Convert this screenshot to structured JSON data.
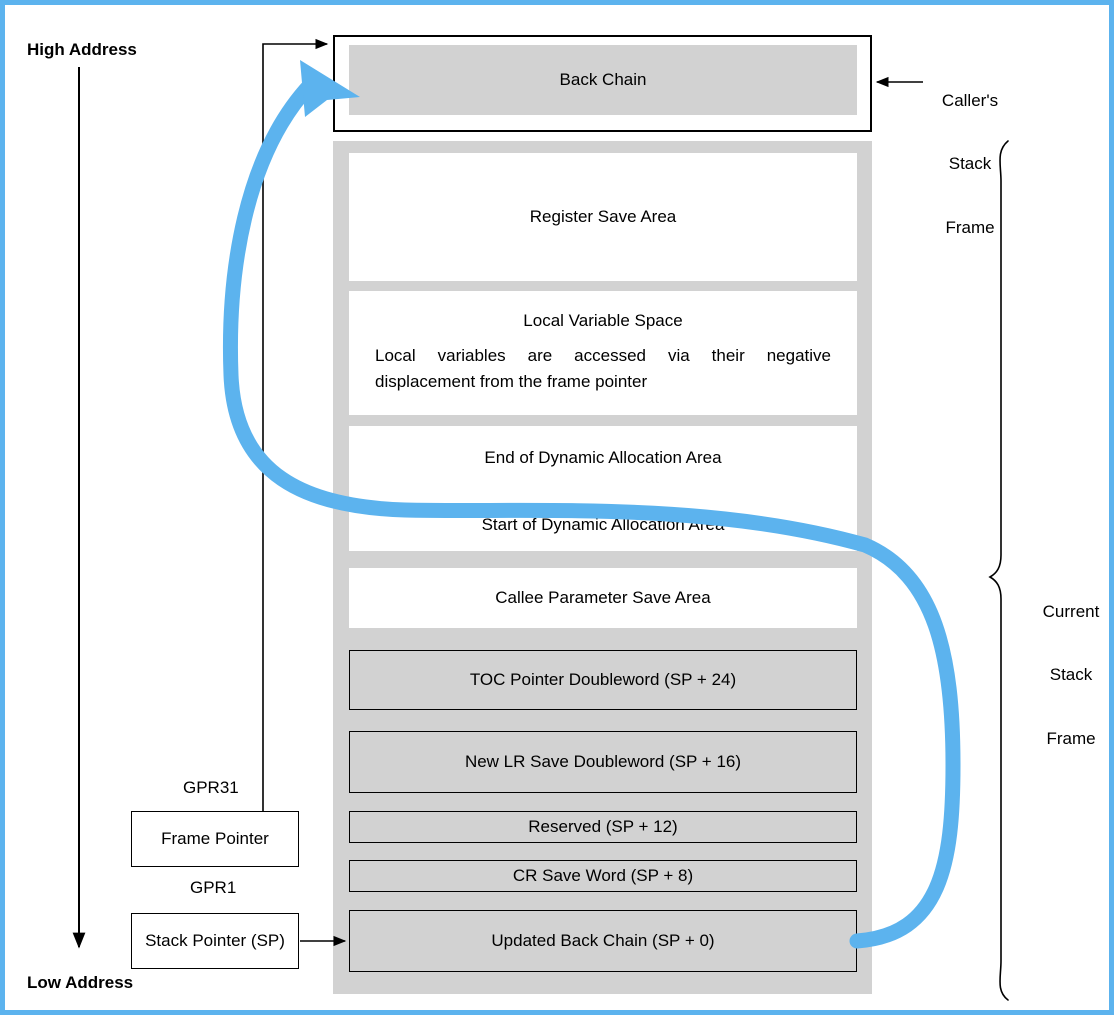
{
  "page": {
    "border_color": "#5cb3ee",
    "background": "#ffffff",
    "gray_fill": "#d2d2d2",
    "accent_blue": "#5cb3ee"
  },
  "axis": {
    "high_address": "High Address",
    "low_address": "Low Address"
  },
  "annotations": {
    "callers_stack_frame": "Caller's\nStack\nFrame",
    "callers_stack_frame_lines": [
      "Caller's",
      "Stack",
      "Frame"
    ],
    "current_stack_frame": "Current\nStack\nFrame",
    "current_stack_frame_lines": [
      "Current",
      "Stack",
      "Frame"
    ]
  },
  "registers": {
    "gpr31_label": "GPR31",
    "gpr1_label": "GPR1",
    "frame_pointer_box": "Frame Pointer",
    "stack_pointer_box": "Stack Pointer (SP)"
  },
  "caller_frame": {
    "cells": [
      {
        "label": "Back Chain",
        "style": "gray-fill"
      }
    ]
  },
  "current_frame": {
    "cells": [
      {
        "label": "Register Save Area",
        "style": "white"
      },
      {
        "label": "Local Variable Space",
        "style": "white",
        "paragraph": "Local variables are accessed via their negative displacement from the frame pointer"
      },
      {
        "label": "End of Dynamic Allocation Area",
        "label2": "Start of Dynamic Allocation Area",
        "style": "white"
      },
      {
        "label": "Callee Parameter Save Area",
        "style": "white"
      },
      {
        "label": "TOC Pointer Doubleword (SP + 24)",
        "style": "gray-bordered"
      },
      {
        "label": "New LR Save Doubleword (SP + 16)",
        "style": "gray-bordered"
      },
      {
        "label": "Reserved (SP + 12)",
        "style": "gray-bordered"
      },
      {
        "label": "CR Save Word (SP + 8)",
        "style": "gray-bordered"
      },
      {
        "label": "Updated Back Chain (SP + 0)",
        "style": "gray-bordered"
      }
    ]
  },
  "icons": {
    "down_arrow": "address-direction-arrow-icon",
    "back_chain_link_arrow": "back-chain-curve-arrow-icon",
    "frame_pointer_connector": "frame-pointer-connector-icon",
    "stack_pointer_connector": "stack-pointer-connector-icon",
    "callers_frame_pointer": "callers-frame-pointer-arrow-icon",
    "current_frame_brace": "current-frame-brace-icon"
  }
}
